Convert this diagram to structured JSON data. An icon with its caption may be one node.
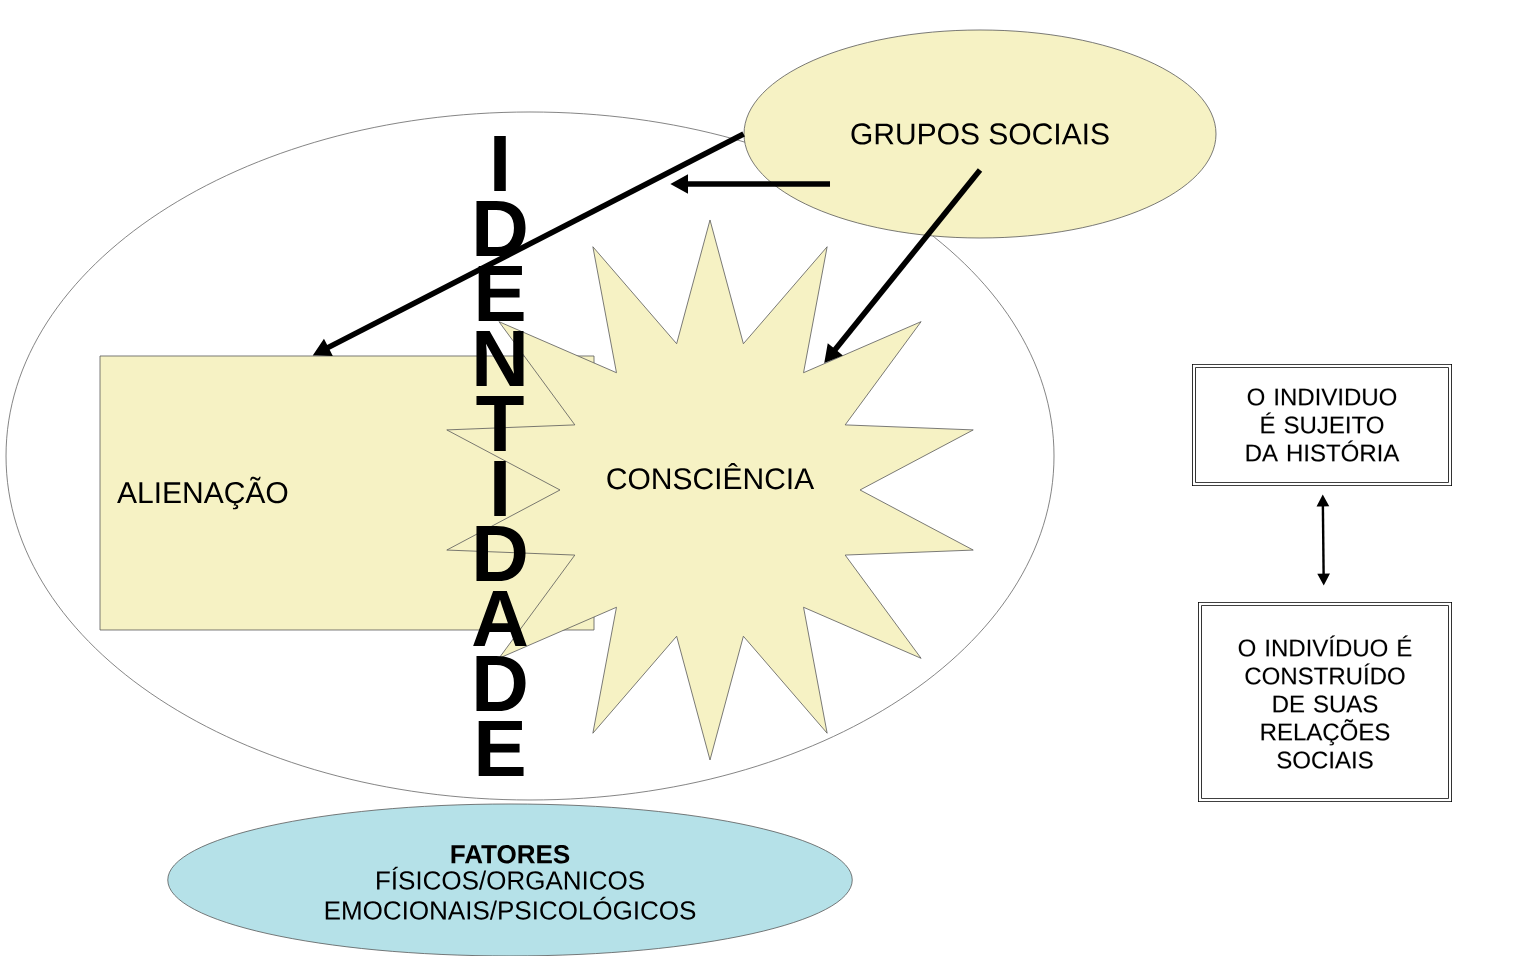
{
  "diagram": {
    "nodes": [
      {
        "text": [],
        "shape": "ellipse"
      },
      {
        "text": [
          "GRUPOS SOCIAIS"
        ]
      },
      {
        "text": [
          "ALIENAÇÃO"
        ],
        "in": 0
      },
      {
        "text": [
          "CONSCIÊNCIA"
        ],
        "in": 0
      },
      {
        "text": [
          "FATORES",
          "FÍSICOS/ORGANICOS EMOCIONAIS/PSICOLÓGICOS"
        ]
      },
      {
        "text": [
          "O INDIVIDUO É SUJEITO DA HISTÓRIA"
        ]
      },
      {
        "text": [
          "O INDIVÍDUO É CONSTRUÍDO DE SUAS RELAÇÕES SOCIAIS"
        ]
      }
    ],
    "edges": [
      {
        "from": 1,
        "to": 2,
        "arrow": "to"
      },
      {
        "from": 1,
        "to": null,
        "arrow": "to"
      },
      {
        "from": 1,
        "to": 3,
        "arrow": "to"
      },
      {
        "from": 5,
        "to": 6,
        "arrow": "both"
      }
    ],
    "labels": [
      "IDENTIDADE"
    ]
  }
}
